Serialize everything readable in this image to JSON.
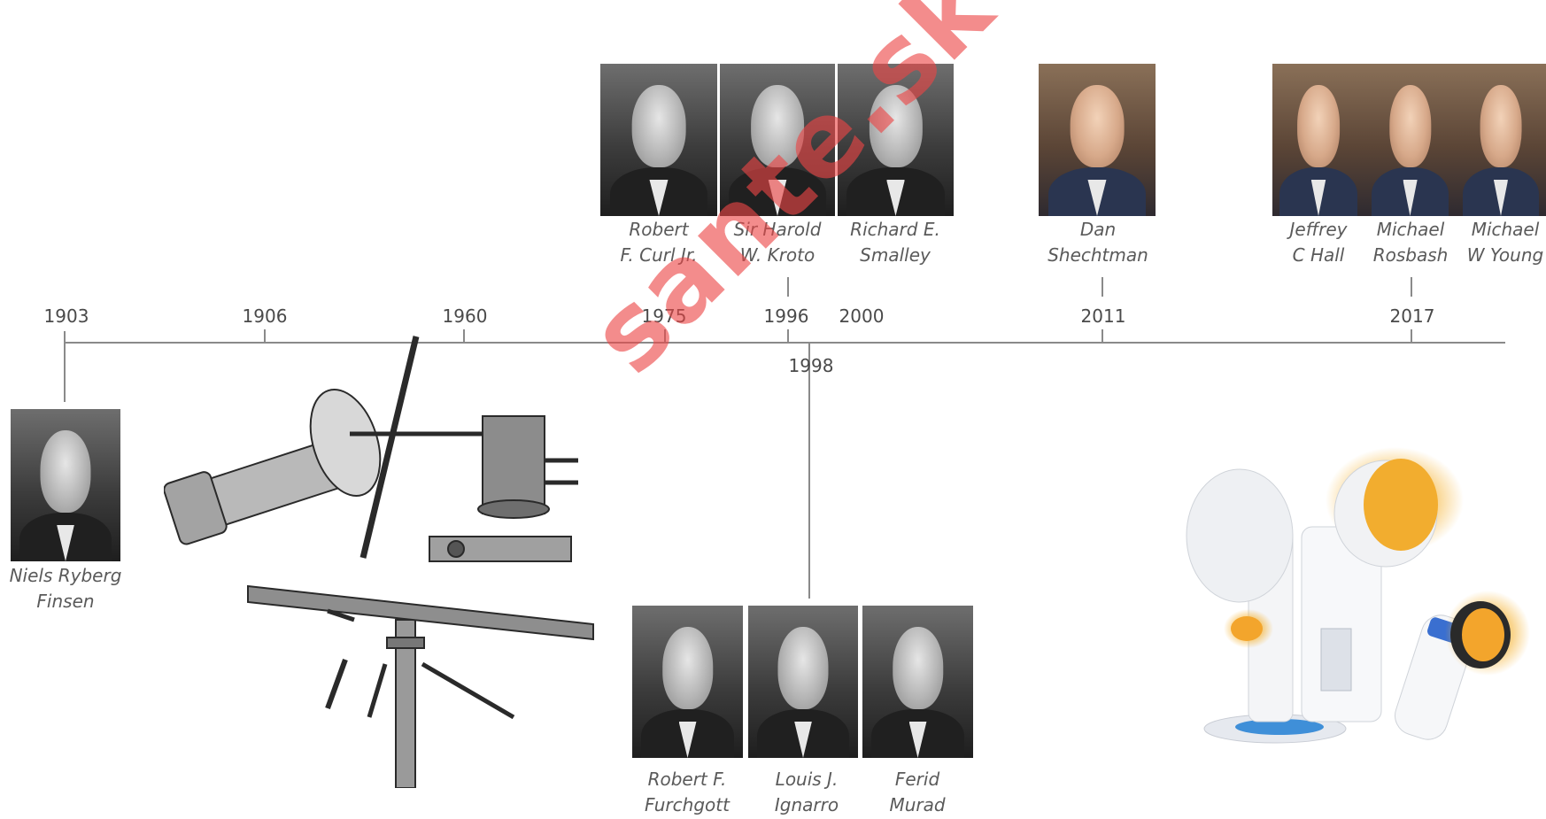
{
  "timeline": {
    "years": {
      "y1903": "1903",
      "y1906": "1906",
      "y1960": "1960",
      "y1975": "1975",
      "y1996": "1996",
      "y2000": "2000",
      "y2011": "2011",
      "y2017": "2017",
      "y1998": "1998"
    }
  },
  "people": {
    "finsen": [
      "Niels Ryberg",
      "Finsen"
    ],
    "curl": [
      "Robert",
      "F. Curl Jr."
    ],
    "kroto": [
      "Sir Harold",
      "W. Kroto"
    ],
    "smalley": [
      "Richard E.",
      "Smalley"
    ],
    "shechtman": [
      "Dan",
      "Shechtman"
    ],
    "hall": [
      "Jeffrey",
      "C Hall"
    ],
    "rosbash": [
      "Michael",
      "Rosbash"
    ],
    "young": [
      "Michael",
      "W Young"
    ],
    "furchgott": [
      "Robert F.",
      "Furchgott"
    ],
    "ignarro": [
      "Louis J.",
      "Ignarro"
    ],
    "murad": [
      "Ferid",
      "Murad"
    ]
  },
  "watermark": "sante.sk",
  "colors": {
    "watermark": "#ec4646",
    "lamp_glow": "#f5b12e",
    "timeline": "#8a8a8a"
  }
}
